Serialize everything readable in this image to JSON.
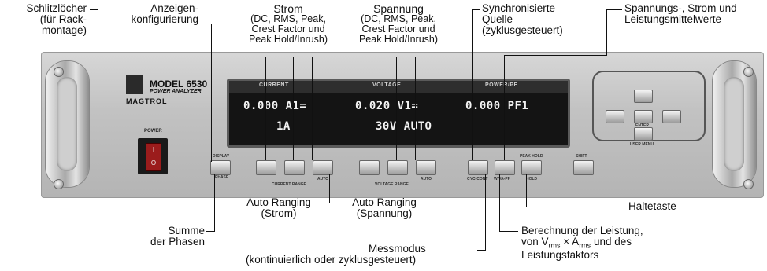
{
  "callouts": {
    "slots": [
      "Schlitzlöcher",
      "(für Rack-",
      "montage)"
    ],
    "display_config": [
      "Anzeigen-",
      "konfigurierung"
    ],
    "current": [
      "Strom",
      "(DC, RMS, Peak,",
      "Crest Factor und",
      "Peak Hold/Inrush)"
    ],
    "voltage": [
      "Spannung",
      "(DC, RMS, Peak,",
      "Crest Factor und",
      "Peak Hold/Inrush)"
    ],
    "sync_source": [
      "Synchronisierte",
      "Quelle",
      "(zyklusgesteuert)"
    ],
    "averages": [
      "Spannungs-, Strom und",
      "Leistungsmittelwerte"
    ],
    "auto_range_current": [
      "Auto Ranging",
      "(Strom)"
    ],
    "auto_range_voltage": [
      "Auto Ranging",
      "(Spannung)"
    ],
    "hold_key": "Haltetaste",
    "sum_phases": [
      "Summe",
      "der Phasen"
    ],
    "measure_mode": [
      "Messmodus",
      "(kontinuierlich oder zyklusgesteuert)"
    ],
    "power_calc": {
      "line1": "Berechnung der Leistung,",
      "von": "von V",
      "rms1": "rms",
      "times": " × A",
      "rms2": "rms",
      "und": " und des",
      "line3": "Leistungsfaktors"
    }
  },
  "panel": {
    "model": "MODEL 6530",
    "subtitle": "POWER ANALYZER",
    "brand": "MAGTROL",
    "power_label": "POWER",
    "switch_on": "I",
    "switch_off": "O",
    "header_current": "CURRENT",
    "header_voltage": "VOLTAGE",
    "header_power": "POWER/PF",
    "reading_current": "0.000 A1=",
    "reading_voltage": "0.020 V1=",
    "reading_power": "0.000 PF1",
    "range_current": "1A",
    "range_voltage": "30V AUTO",
    "btn_display": "DISPLAY",
    "btn_phase": "PHASE",
    "current_range": "CURRENT RANGE",
    "voltage_range": "VOLTAGE RANGE",
    "auto": "AUTO",
    "cyc_cont": "CYC-CONT",
    "w_va_pf": "W/VA-PF",
    "peak_hold": "PEAK HOLD",
    "hold": "HOLD",
    "shift": "SHIFT",
    "enter": "ENTER",
    "user_menu": "USER MENU"
  }
}
